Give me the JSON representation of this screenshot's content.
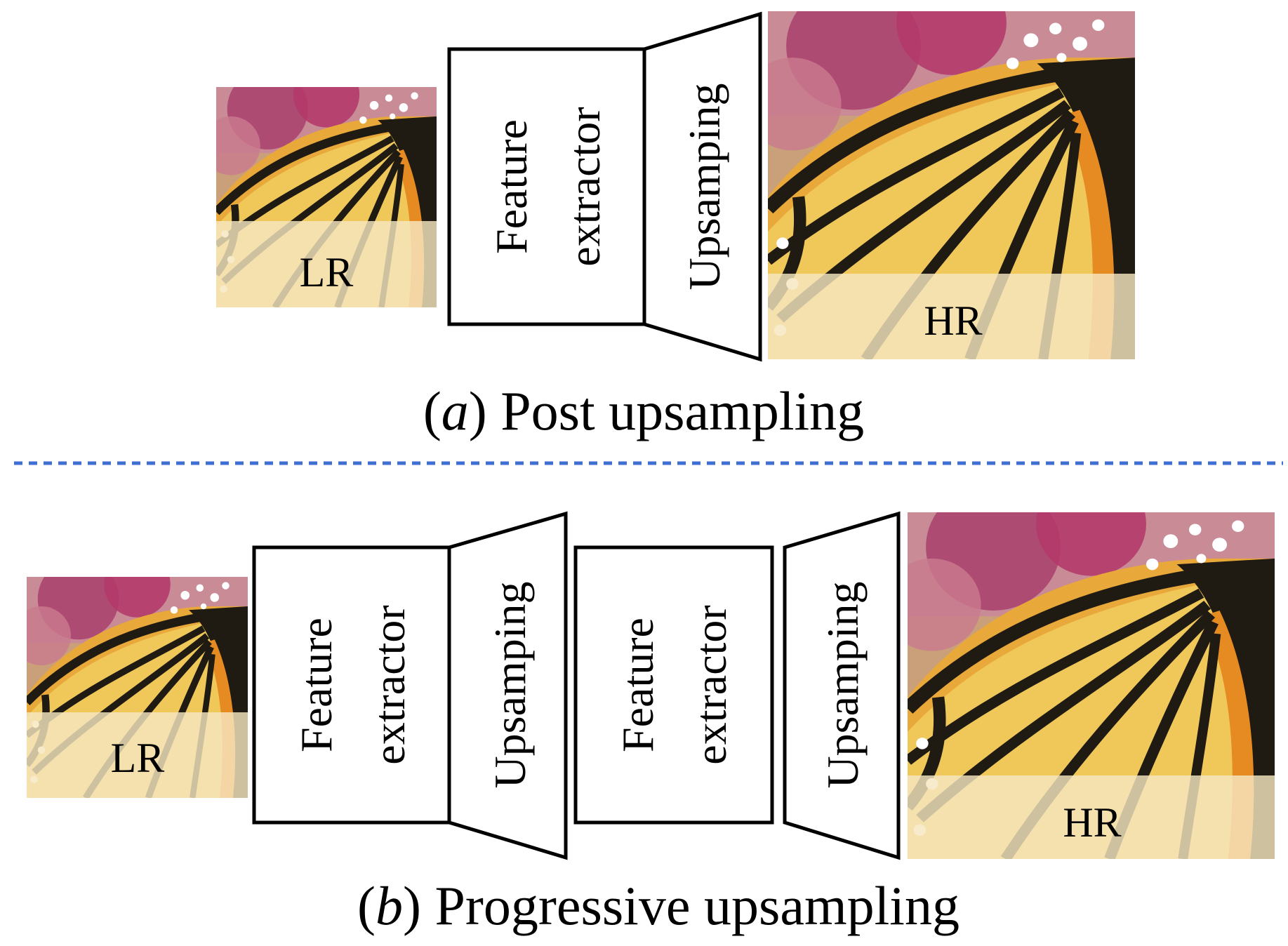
{
  "panel_a": {
    "caption_letter": "a",
    "caption_text": "Post upsampling",
    "input_label": "LR",
    "output_label": "HR",
    "feature_line1": "Feature",
    "feature_line2": "extractor",
    "upsampling_label": "Upsamping"
  },
  "panel_b": {
    "caption_letter": "b",
    "caption_text": "Progressive upsampling",
    "input_label": "LR",
    "output_label": "HR",
    "stage1_feature_line1": "Feature",
    "stage1_feature_line2": "extractor",
    "stage1_upsampling_label": "Upsamping",
    "stage2_feature_line1": "Feature",
    "stage2_feature_line2": "extractor",
    "stage2_upsampling_label": "Upsamping"
  },
  "colors": {
    "divider": "#3f6fd1",
    "wing_orange": "#e9a83a",
    "wing_yellow": "#f0c85a",
    "vein": "#1f1a12",
    "flower": "#b23a6a",
    "label_overlay": "#f5e6c0"
  }
}
